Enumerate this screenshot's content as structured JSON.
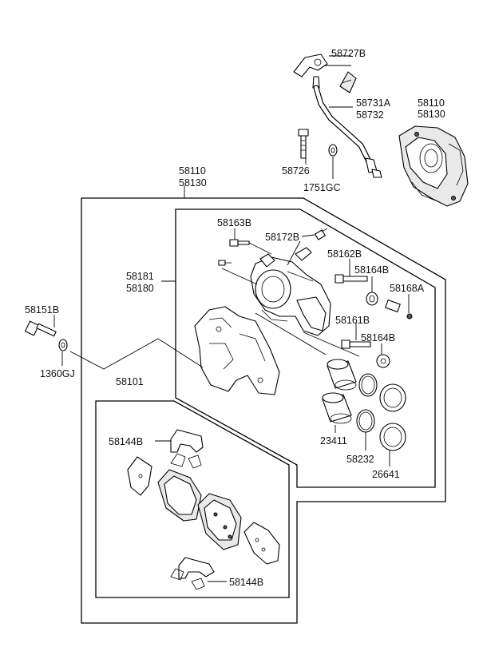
{
  "labels": {
    "p58727B": "58727B",
    "p58731A": "58731A",
    "p58732": "58732",
    "p58110_top": "58110",
    "p58130_top": "58130",
    "p58726": "58726",
    "p1751GC": "1751GC",
    "p58110": "58110",
    "p58130": "58130",
    "p58163B": "58163B",
    "p58172B": "58172B",
    "p58162B": "58162B",
    "p58164B_a": "58164B",
    "p58168A": "58168A",
    "p58181": "58181",
    "p58180": "58180",
    "p58161B": "58161B",
    "p58164B_b": "58164B",
    "p58151B": "58151B",
    "p1360GJ": "1360GJ",
    "p58101": "58101",
    "p23411": "23411",
    "p58232": "58232",
    "p26641": "26641",
    "p58144B_a": "58144B",
    "p58144B_b": "58144B"
  }
}
